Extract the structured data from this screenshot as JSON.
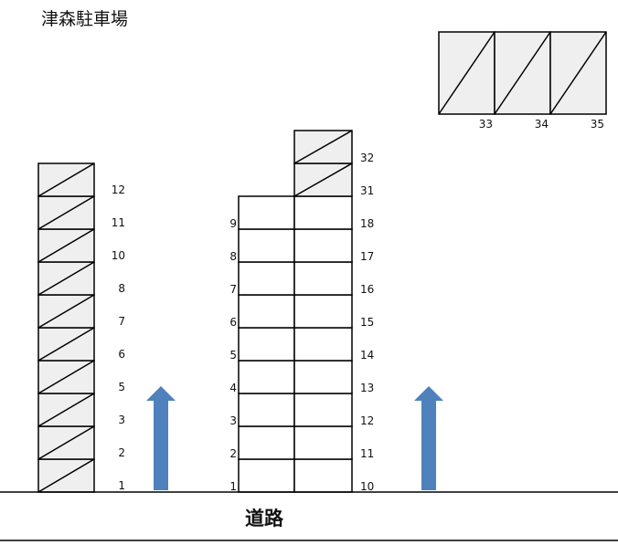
{
  "title": "津森駐車場",
  "road_label": "道路",
  "colors": {
    "stroke": "#000000",
    "hatched_fill": "#efefef",
    "arrow": "#4f81bd"
  },
  "left_column": {
    "hatched": true,
    "numbers": [
      "1",
      "2",
      "3",
      "5",
      "6",
      "7",
      "8",
      "10",
      "11",
      "12"
    ]
  },
  "middle_left_column": {
    "hatched": false,
    "numbers": [
      "1",
      "2",
      "3",
      "4",
      "5",
      "6",
      "7",
      "8",
      "9"
    ]
  },
  "middle_right_column": {
    "numbers": [
      "10",
      "11",
      "12",
      "13",
      "14",
      "15",
      "16",
      "17",
      "18"
    ],
    "hatched_top": [
      "31",
      "32"
    ]
  },
  "top_row": {
    "hatched": true,
    "numbers": [
      "33",
      "34",
      "35"
    ]
  },
  "arrows": [
    "up",
    "up"
  ]
}
